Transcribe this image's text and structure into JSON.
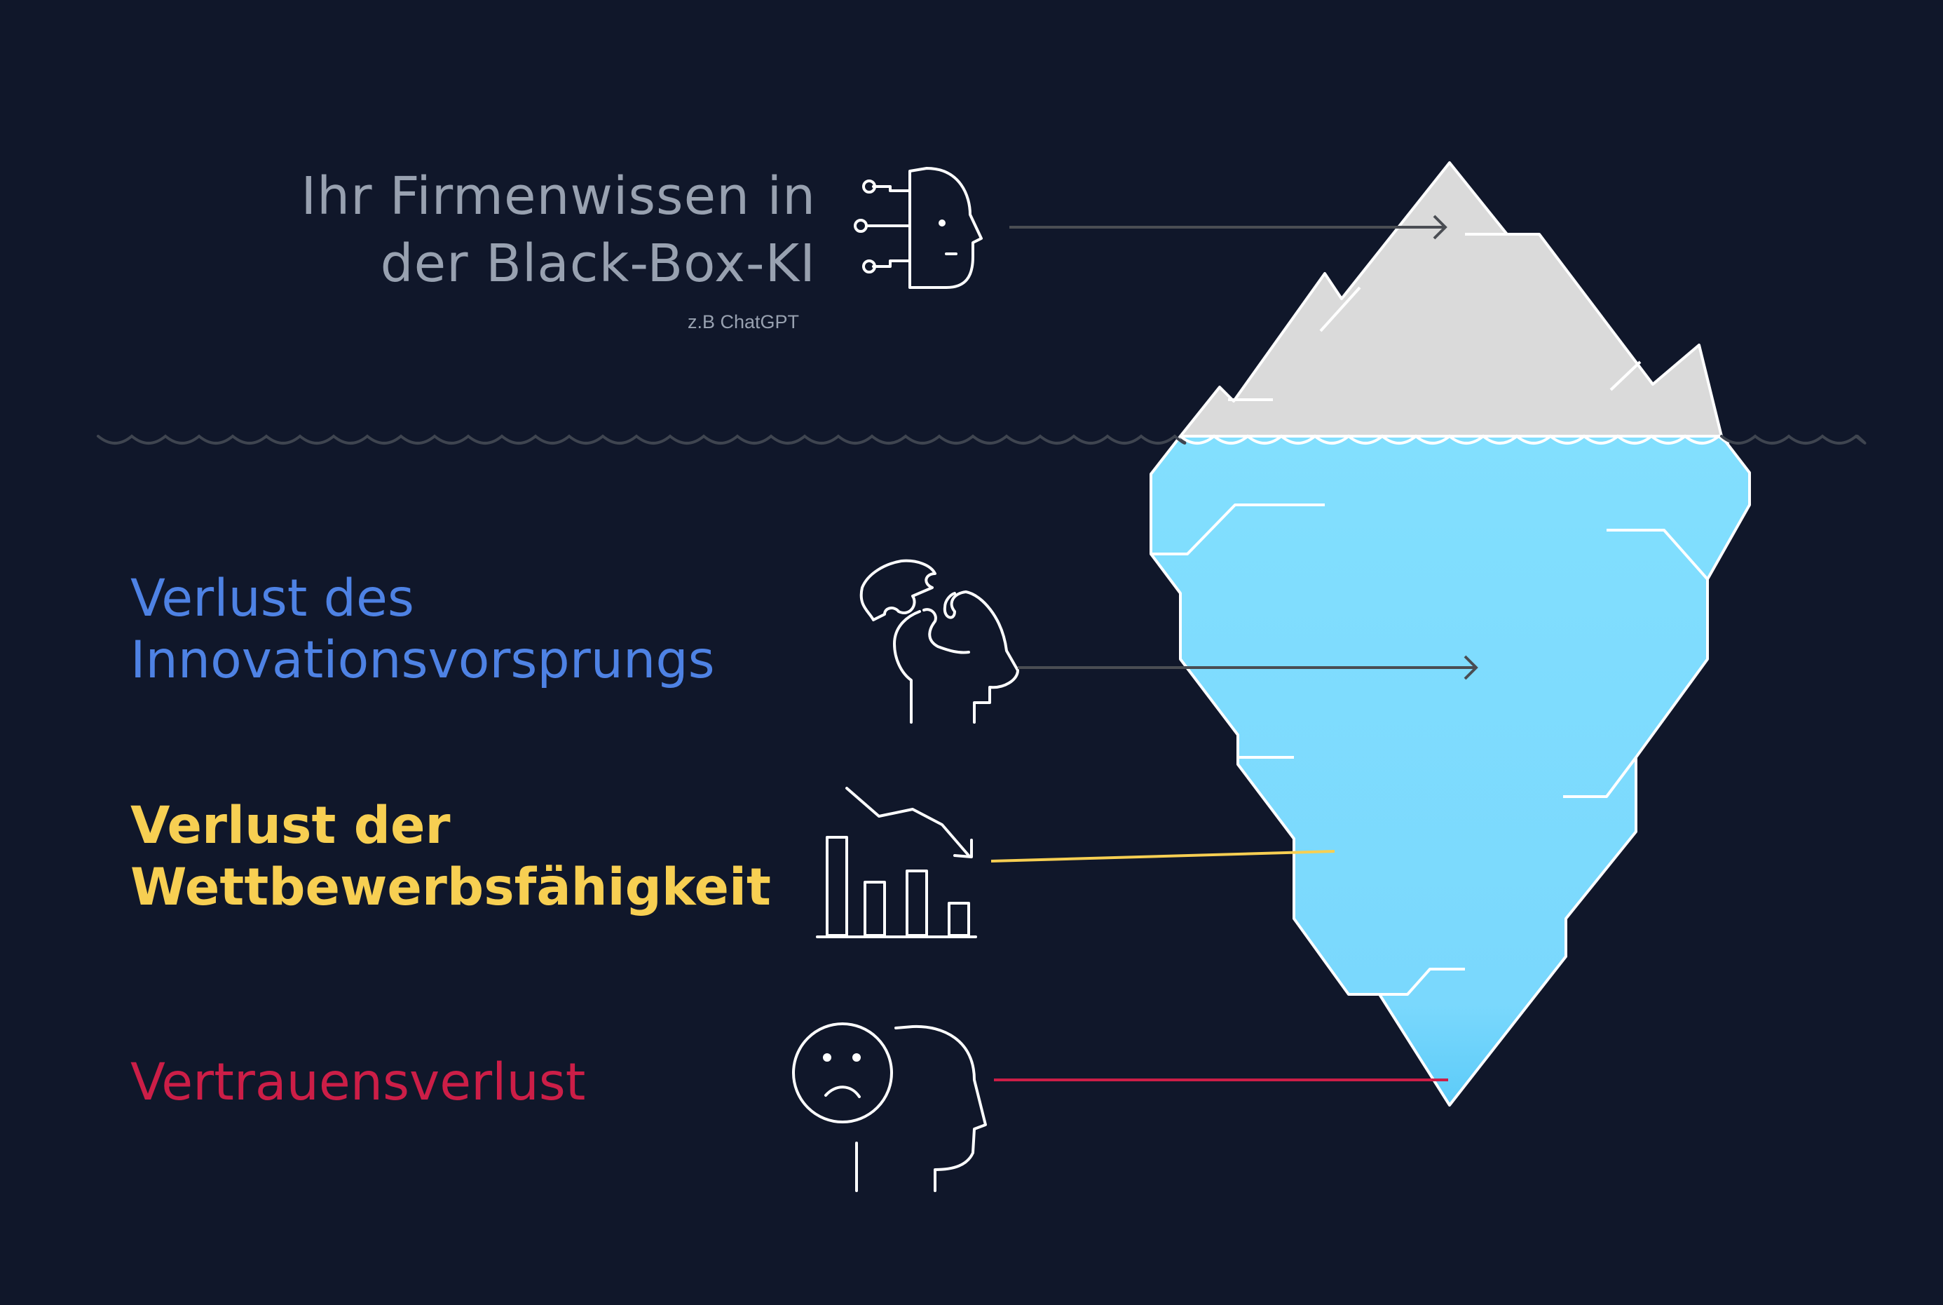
{
  "header": {
    "title_line1": "Ihr Firmenwissen in",
    "title_line2": "der Black-Box-KI",
    "subtitle": "z.B ChatGPT"
  },
  "risks": [
    {
      "line1": "Verlust des",
      "line2": "Innovationsvorsprungs",
      "color": "#4e82e4",
      "icon": "puzzle-head-icon"
    },
    {
      "line1": "Verlust der",
      "line2": "Wettbewerbsfähigkeit",
      "color": "#f7cf52",
      "icon": "declining-chart-icon"
    },
    {
      "line1": "Vertrauensverlust",
      "line2": "",
      "color": "#cc1e47",
      "icon": "sad-face-head-icon"
    }
  ],
  "colors": {
    "background": "#10172a",
    "iceberg_top": "#dadada",
    "iceberg_underwater": "#7fdcff",
    "waterline": "#444a55",
    "icon_stroke": "#ffffff"
  }
}
